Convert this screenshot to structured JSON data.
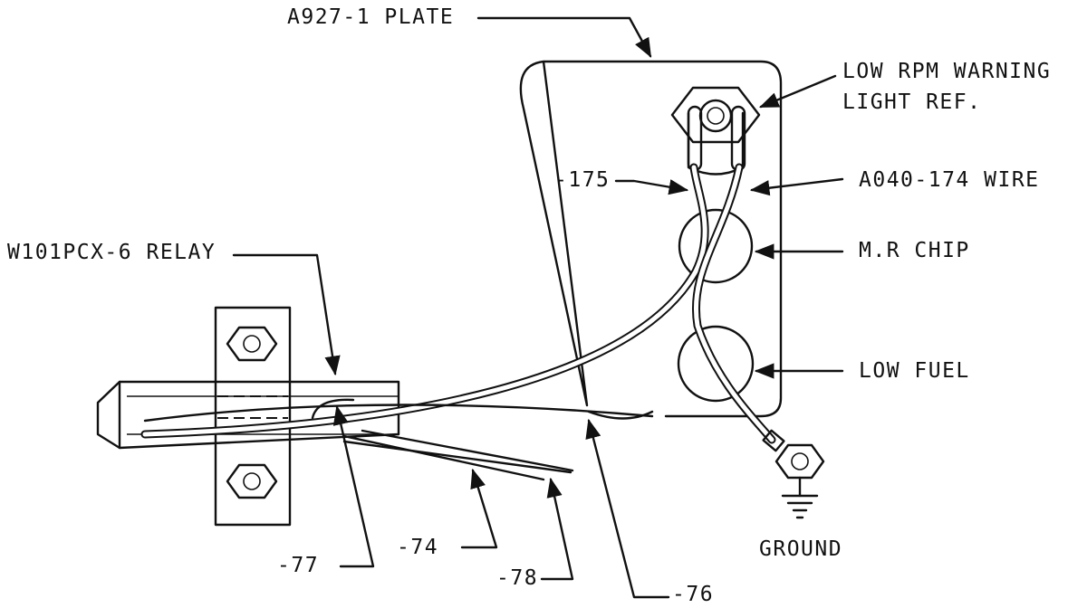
{
  "labels": {
    "plate": "A927-1 PLATE",
    "warning_light_1": "LOW RPM WARNING",
    "warning_light_2": "LIGHT REF.",
    "part_175": "-175",
    "wire": "A040-174 WIRE",
    "relay": "W101PCX-6 RELAY",
    "chip": "M.R CHIP",
    "fuel": "LOW FUEL",
    "ground": "GROUND",
    "part_77": "-77",
    "part_74": "-74",
    "part_78": "-78",
    "part_76": "-76"
  }
}
